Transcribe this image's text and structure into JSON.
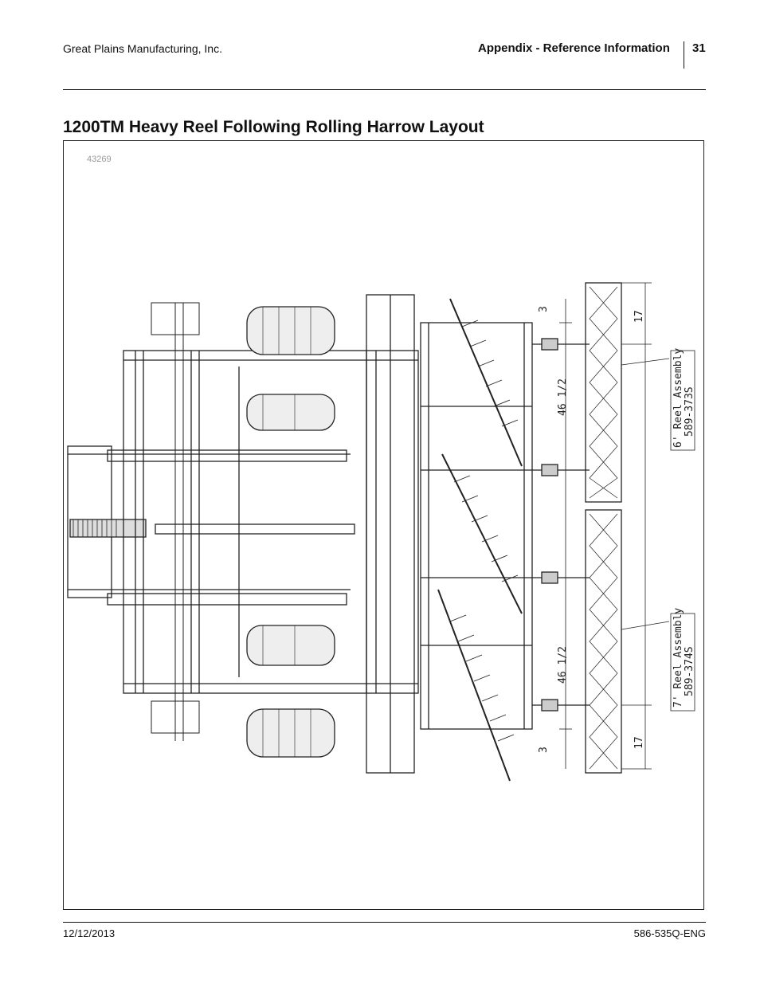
{
  "header": {
    "company": "Great Plains Manufacturing, Inc.",
    "section": "Appendix - Reference Information",
    "page_number": "31"
  },
  "title": "1200TM Heavy Reel Following Rolling Harrow Layout",
  "figure": {
    "id": "43269",
    "dimensions": {
      "top_gap": "3",
      "top_reel_offset": "17",
      "top_spacing": "46 1/2",
      "bottom_spacing": "46 1/2",
      "bottom_gap": "3",
      "bottom_reel_offset": "17"
    },
    "callouts": {
      "reel_6_line1": "6' Reel Assembly",
      "reel_6_line2": "589-373S",
      "reel_7_line1": "7' Reel Assembly",
      "reel_7_line2": "589-374S"
    }
  },
  "footer": {
    "date": "12/12/2013",
    "doc_number": "586-535Q-ENG"
  }
}
